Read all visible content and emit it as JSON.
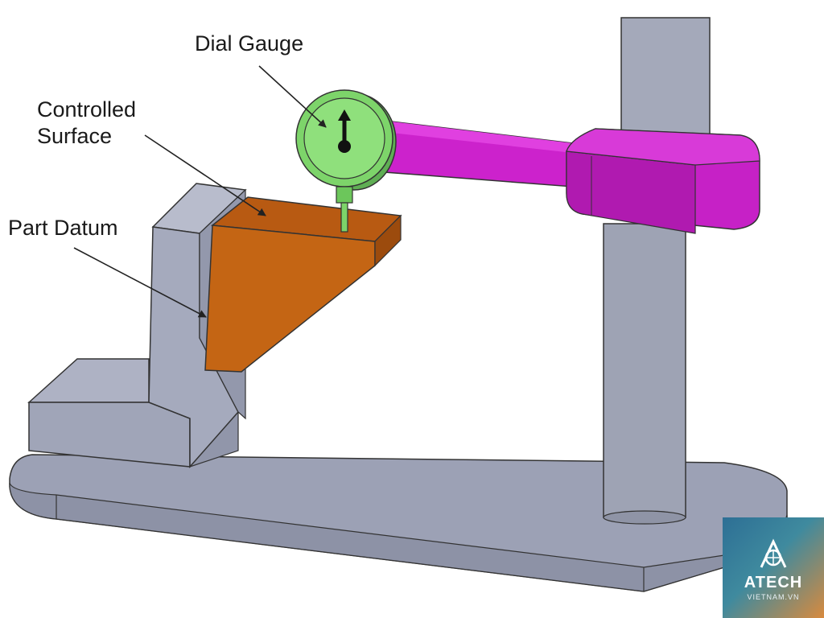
{
  "labels": {
    "dial_gauge": "Dial Gauge",
    "controlled_surface_line1": "Controlled",
    "controlled_surface_line2": "Surface",
    "part_datum": "Part Datum"
  },
  "logo": {
    "brand": "ATECH",
    "sub": "VIETNAM.VN"
  },
  "colors": {
    "base": "#9aa0b4",
    "part": "#c0620f",
    "gauge": "#7dd46a",
    "arm": "#cc22cc",
    "column": "#9ea3b4"
  }
}
